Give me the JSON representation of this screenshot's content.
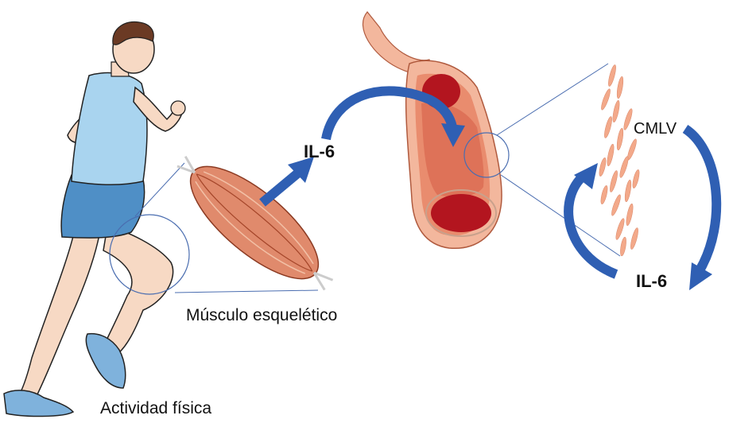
{
  "labels": {
    "physical_activity": "Actividad física",
    "skeletal_muscle": "Músculo esquelético",
    "il6_top": "IL-6",
    "cmlv": "CMLV",
    "il6_bottom": "IL-6"
  },
  "colors": {
    "arrow_blue": "#2f5fb3",
    "zoom_line": "#4a6db0",
    "muscle": "#e08a6c",
    "muscle_light": "#f2c0a6",
    "vessel_outer": "#f3b79d",
    "vessel_wall": "#e98c6e",
    "blood": "#b3151f",
    "skin": "#f7d9c4",
    "shirt": "#a9d4ef",
    "shorts": "#4f8fc6",
    "hair": "#6b3a24",
    "shoe": "#7fb2dc"
  },
  "icons": [
    "runner-figure",
    "muscle-icon",
    "blood-vessel-icon",
    "smooth-muscle-cells-icon",
    "arrow-icon",
    "cycle-arrow-icon"
  ]
}
